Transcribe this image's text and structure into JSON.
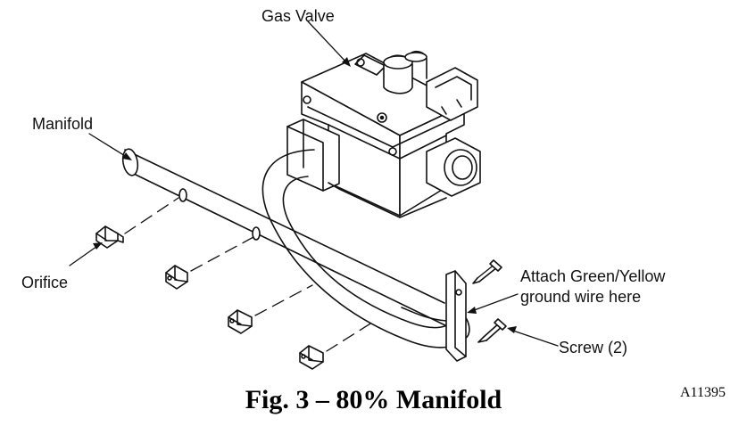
{
  "labels": {
    "gas_valve": "Gas Valve",
    "manifold": "Manifold",
    "orifice": "Orifice",
    "ground_line1": "Attach Green/Yellow",
    "ground_line2": "ground wire here",
    "screw": "Screw (2)"
  },
  "caption": "Fig. 3 – 80% Manifold",
  "figure_id": "A11395",
  "colors": {
    "line": "#111111",
    "background": "#ffffff"
  }
}
